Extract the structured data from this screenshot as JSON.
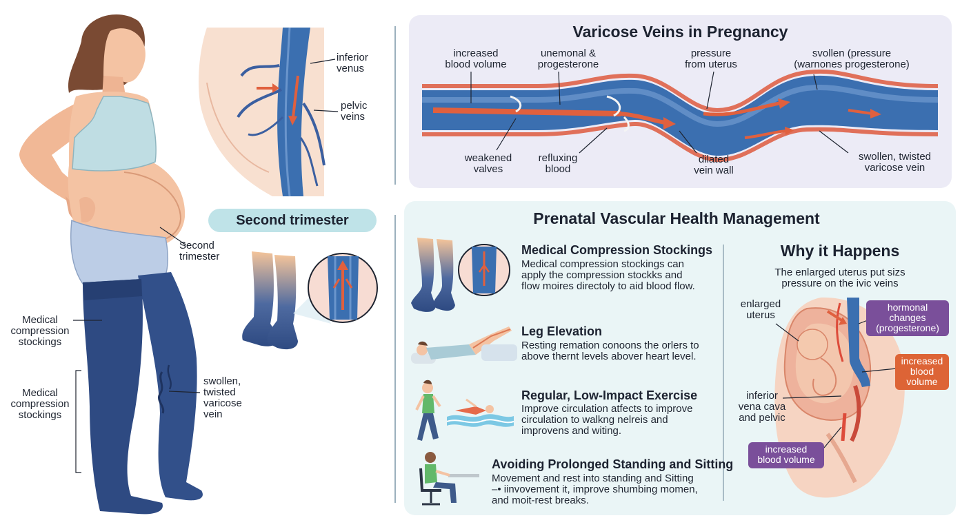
{
  "left": {
    "labels": {
      "inferior_vein": "inferior\nvenus",
      "pelvic_veins": "pelvic\nveins",
      "second_trimester_pointer": "Second\ntrimester",
      "stockings_1": "Medical\ncompression\nstockings",
      "stockings_2": "Medical\ncompression\nstockings",
      "swollen_vein": "swollen,\ntwisted\nvaricose\nvein"
    },
    "second_trimester_pill": "Second trimester"
  },
  "top_panel": {
    "title": "Varicose Veins in Pregnancy",
    "labels": {
      "increased_blood_volume": "increased\nblood volume",
      "hormonal": "unemonal &\nprogesterone",
      "pressure_uterus": "pressure\nfrom uterus",
      "swollen_pressure": "svollen (pressure\n(warnones progesterone)",
      "weakened_valves": "weakened\nvalves",
      "refluxing_blood": "refluxing\nblood",
      "dilated_wall": "dilated\nvein wall",
      "swollen_twisted": "swollen, twisted\nvaricose vein"
    },
    "colors": {
      "vein_blue": "#3b6fb0",
      "wall_red": "#e0705a",
      "flow_red": "#e0603e"
    }
  },
  "bottom_panel": {
    "title": "Prenatal Vascular Health Management",
    "items": [
      {
        "title": "Medical Compression Stockings",
        "desc": "Medical compression stockings can\napply the compression stockks and\nflow moires directoly to aid blood flow."
      },
      {
        "title": "Leg Elevation",
        "desc": "Resting remation conoons the orlers to\nabove thernt levels abover heart level."
      },
      {
        "title": "Regular, Low-Impact Exercise",
        "desc": "Improve circulation atfects to improve\ncirculation to walkng nelreis and\nimprovens and witing."
      },
      {
        "title": "Avoiding Prolonged Standing and Sitting",
        "desc": "Movement and rest into standing and Sitting\n–• iinvovement it, improve shumbing momen,\nand moit-rest breaks."
      }
    ],
    "why": {
      "title": "Why it Happens",
      "subtitle": "The enlarged uterus put sizs\npressure on the ivic veins",
      "labels": {
        "enlarged_uterus": "enlarged\nuterus",
        "inferior_vena": "inferior\nvena cava\nand pelvic"
      },
      "tags": {
        "hormonal": "hormonal\nchanges\n(progesterone)",
        "increased_right": "increased\nblood\nvolume",
        "increased_bottom": "increased\nblood volume"
      },
      "tag_colors": {
        "purple": "#7a4f9a",
        "orange": "#dd6436"
      }
    }
  }
}
